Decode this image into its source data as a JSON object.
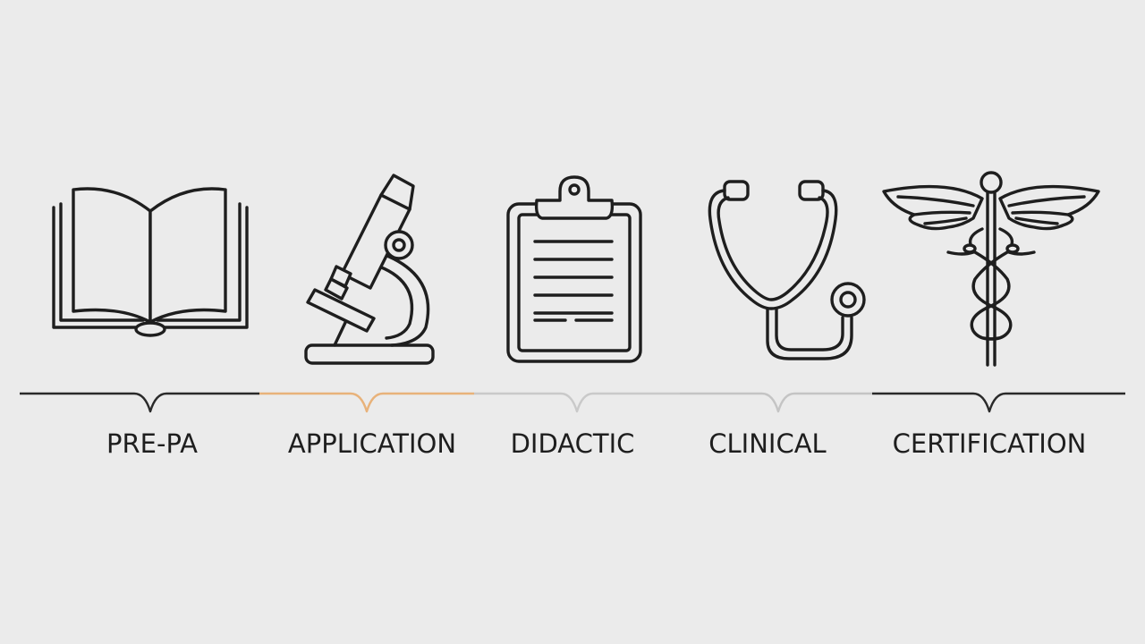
{
  "stages": [
    {
      "label": "PRE-PA",
      "icon": "open-book-icon",
      "line_color": "#2a2a2a"
    },
    {
      "label": "APPLICATION",
      "icon": "microscope-icon",
      "line_color": "#e8b27a"
    },
    {
      "label": "DIDACTIC",
      "icon": "clipboard-icon",
      "line_color": "#c9c9c9"
    },
    {
      "label": "CLINICAL",
      "icon": "stethoscope-icon",
      "line_color": "#c4c4c4"
    },
    {
      "label": "CERTIFICATION",
      "icon": "caduceus-icon",
      "line_color": "#2a2a2a"
    }
  ]
}
